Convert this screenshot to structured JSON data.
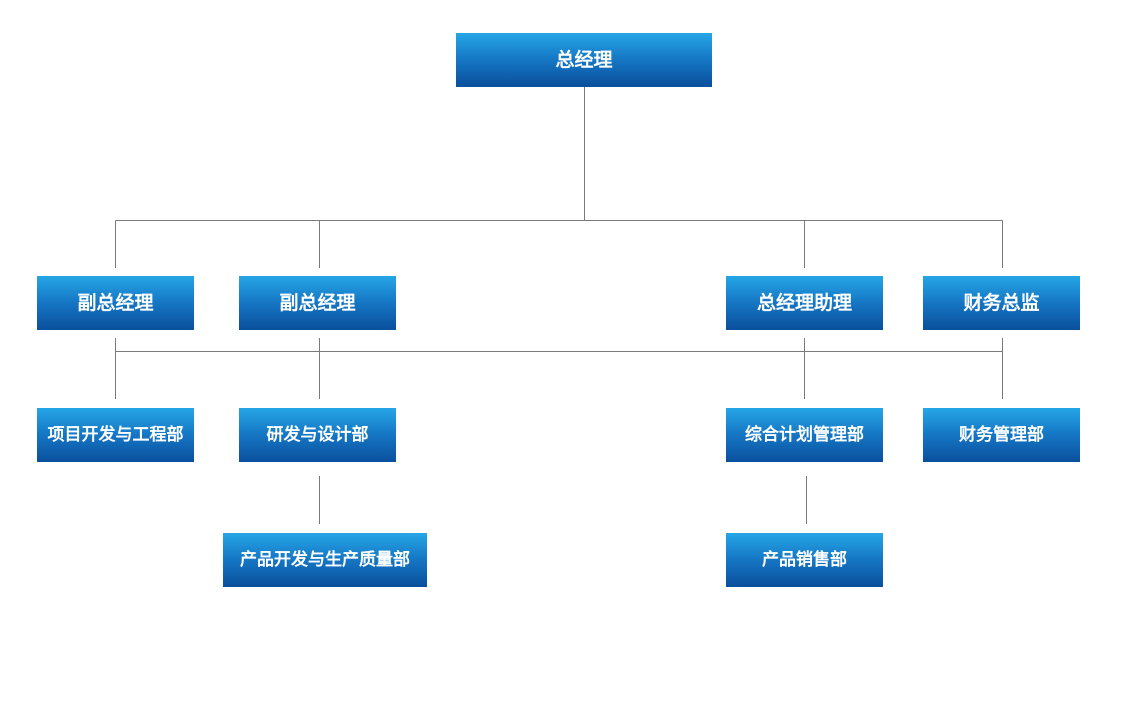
{
  "org": {
    "top": "总经理",
    "level2": [
      "副总经理",
      "副总经理",
      "总经理助理",
      "财务总监"
    ],
    "level3": [
      "项目开发与工程部",
      "研发与设计部",
      "综合计划管理部",
      "财务管理部"
    ],
    "level4": [
      "产品开发与生产质量部",
      "产品销售部"
    ]
  },
  "colors": {
    "box_top": "#26a6e6",
    "box_bottom": "#0a4f9c",
    "text": "#ffffff",
    "connector": "#7a7a7a"
  }
}
